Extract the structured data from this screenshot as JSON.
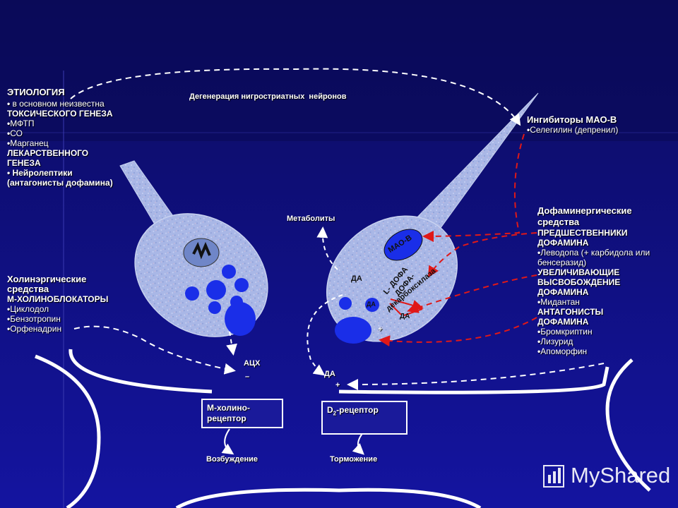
{
  "etiology": {
    "title": "ЭТИОЛОГИЯ",
    "unknown": "в основном неизвестна",
    "toxic_title": "ТОКСИЧЕСКОГО ГЕНЕЗА",
    "toxic_items": [
      "МФТП",
      "СО",
      "Марганец"
    ],
    "drug_title_1": "ЛЕКАРСТВЕННОГО",
    "drug_title_2": "ГЕНЕЗА",
    "drug_item": "Нейролептики",
    "drug_note": "(антагонисты дофамина)"
  },
  "degeneration": "Дегенерация нигростриатных  нейронов",
  "cholinergic": {
    "title_1": "Холинэргические",
    "title_2": "средства",
    "title_3": "М-ХОЛИНОБЛОКАТОРЫ",
    "items": [
      "Циклодол",
      "Бензотропин",
      "Орфенадрин"
    ]
  },
  "mao_inhibitors": {
    "title": "Ингибиторы МАО-В",
    "items": [
      "Селегилин (депренил)"
    ]
  },
  "dopaminergic": {
    "title_1": "Дофаминергические",
    "title_2": "средства",
    "precursors_1": "ПРЕДШЕСТВЕННИКИ",
    "precursors_2": "ДОФАМИНА",
    "precursor_item_1": "Леводопа (+ карбидола или",
    "precursor_item_2": "бенсеразид)",
    "release_1": "УВЕЛИЧИВАЮЩИЕ",
    "release_2": "ВЫСВОБОЖДЕНИЕ",
    "release_3": "ДОФАМИНА",
    "release_item": "Мидантан",
    "antagonists_1": "АНТАГОНИСТЫ",
    "antagonists_2": "ДОФАМИНА",
    "antagonist_items": [
      "Бромкриптин",
      "Лизурид",
      "Апоморфин"
    ]
  },
  "labels": {
    "metabolites": "Метаболиты",
    "mao_b": "МАО-В",
    "l_dopa": "L- ДОФА",
    "dopa_decarboxylase_1": "ДОФА-",
    "dopa_decarboxylase_2": "декарбоксилаза",
    "da": "ДА",
    "ach": "АЦХ",
    "minus": "–",
    "plus": "+"
  },
  "receptors": {
    "m_cholino_1": "М-холино-",
    "m_cholino_2": "рецептор",
    "d2_prefix": "D",
    "d2_sub": "2",
    "d2_suffix": "-рецептор",
    "excitation": "Возбуждение",
    "inhibition": "Торможение"
  },
  "watermark": "MyShared",
  "colors": {
    "background_top": "#0b0b5e",
    "background_bottom": "#1616a0",
    "neuron_fill": "#a8b8e8",
    "arrow_red": "#e01818",
    "vesicle_blue": "#1a2ee8"
  }
}
